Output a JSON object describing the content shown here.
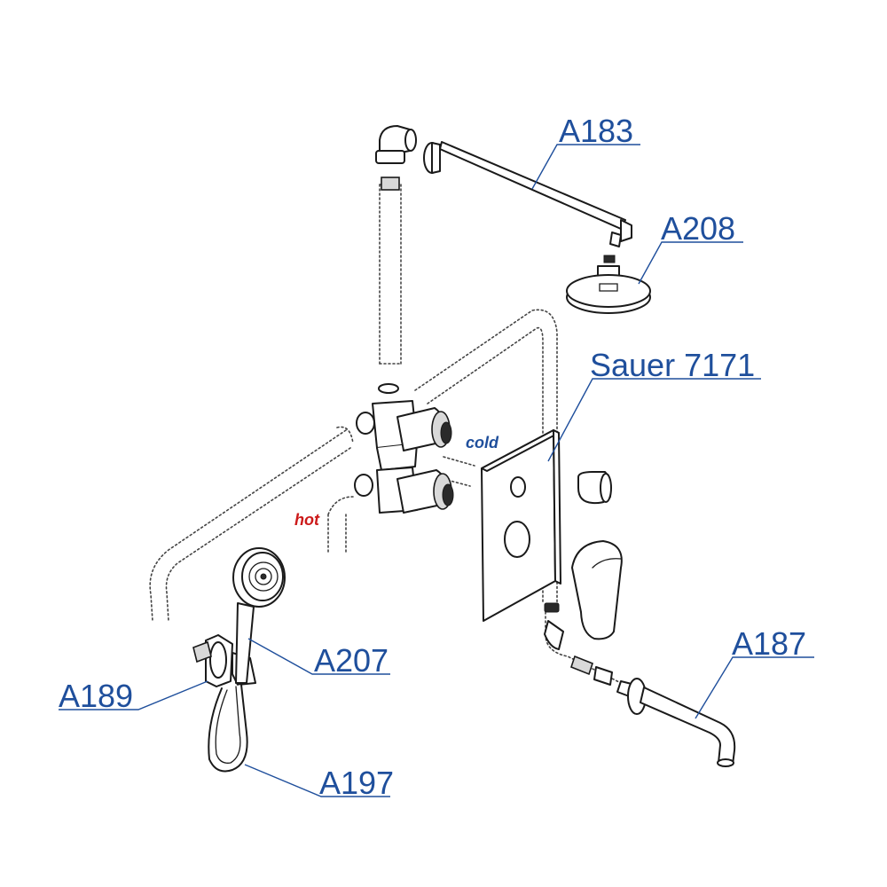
{
  "labels": {
    "shower_arm": "A183",
    "shower_head": "A208",
    "panel": "Sauer 7171",
    "hand_shower": "A207",
    "spout": "A187",
    "wall_outlet": "A189",
    "hose": "A197",
    "cold": "cold",
    "hot": "hot"
  },
  "colors": {
    "label_blue": "#1f4f9c",
    "hot_red": "#cc1a1a",
    "line": "#1a1a1a"
  }
}
